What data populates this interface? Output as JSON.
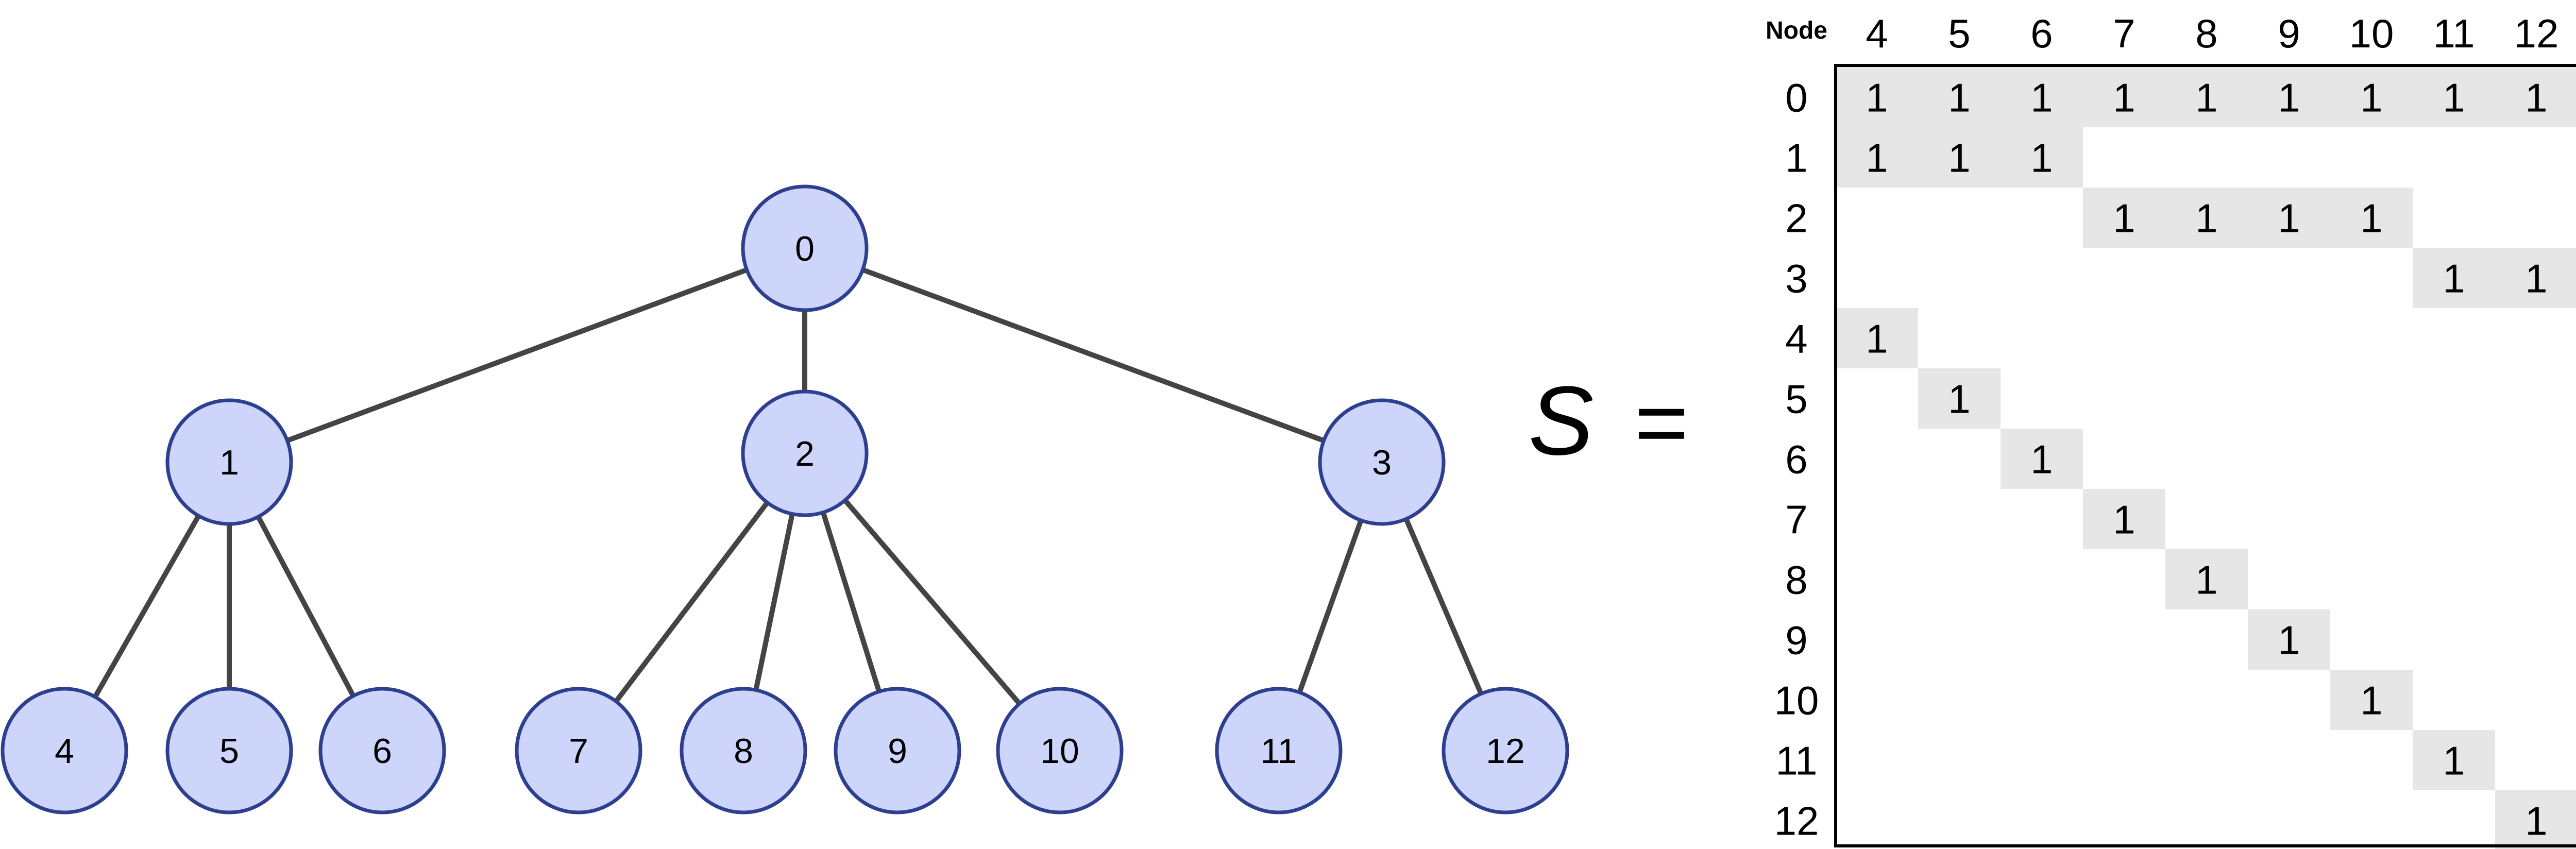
{
  "tree": {
    "nodes": [
      {
        "id": "0",
        "label": "0"
      },
      {
        "id": "1",
        "label": "1"
      },
      {
        "id": "2",
        "label": "2"
      },
      {
        "id": "3",
        "label": "3"
      },
      {
        "id": "4",
        "label": "4"
      },
      {
        "id": "5",
        "label": "5"
      },
      {
        "id": "6",
        "label": "6"
      },
      {
        "id": "7",
        "label": "7"
      },
      {
        "id": "8",
        "label": "8"
      },
      {
        "id": "9",
        "label": "9"
      },
      {
        "id": "10",
        "label": "10"
      },
      {
        "id": "11",
        "label": "11"
      },
      {
        "id": "12",
        "label": "12"
      }
    ],
    "edges": [
      [
        "0",
        "1"
      ],
      [
        "0",
        "2"
      ],
      [
        "0",
        "3"
      ],
      [
        "1",
        "4"
      ],
      [
        "1",
        "5"
      ],
      [
        "1",
        "6"
      ],
      [
        "2",
        "7"
      ],
      [
        "2",
        "8"
      ],
      [
        "2",
        "9"
      ],
      [
        "2",
        "10"
      ],
      [
        "3",
        "11"
      ],
      [
        "3",
        "12"
      ]
    ]
  },
  "matrix": {
    "symbol": "S",
    "equals": "=",
    "corner_header": "Node",
    "column_headers": [
      "4",
      "5",
      "6",
      "7",
      "8",
      "9",
      "10",
      "11",
      "12"
    ],
    "row_headers": [
      "0",
      "1",
      "2",
      "3",
      "4",
      "5",
      "6",
      "7",
      "8",
      "9",
      "10",
      "11",
      "12"
    ],
    "cells": [
      [
        "1",
        "1",
        "1",
        "1",
        "1",
        "1",
        "1",
        "1",
        "1"
      ],
      [
        "1",
        "1",
        "1",
        "",
        "",
        "",
        "",
        "",
        ""
      ],
      [
        "",
        "",
        "",
        "1",
        "1",
        "1",
        "1",
        "",
        ""
      ],
      [
        "",
        "",
        "",
        "",
        "",
        "",
        "",
        "1",
        "1"
      ],
      [
        "1",
        "",
        "",
        "",
        "",
        "",
        "",
        "",
        ""
      ],
      [
        "",
        "1",
        "",
        "",
        "",
        "",
        "",
        "",
        ""
      ],
      [
        "",
        "",
        "1",
        "",
        "",
        "",
        "",
        "",
        ""
      ],
      [
        "",
        "",
        "",
        "1",
        "",
        "",
        "",
        "",
        ""
      ],
      [
        "",
        "",
        "",
        "",
        "1",
        "",
        "",
        "",
        ""
      ],
      [
        "",
        "",
        "",
        "",
        "",
        "1",
        "",
        "",
        ""
      ],
      [
        "",
        "",
        "",
        "",
        "",
        "",
        "1",
        "",
        ""
      ],
      [
        "",
        "",
        "",
        "",
        "",
        "",
        "",
        "1",
        ""
      ],
      [
        "",
        "",
        "",
        "",
        "",
        "",
        "",
        "",
        "1"
      ]
    ]
  },
  "colors": {
    "node_fill": "#cdd5fb",
    "node_stroke": "#2e3f8f",
    "edge": "#444444",
    "cell_fill": "#e6e6e6",
    "text": "#000000",
    "frame": "#000000"
  }
}
